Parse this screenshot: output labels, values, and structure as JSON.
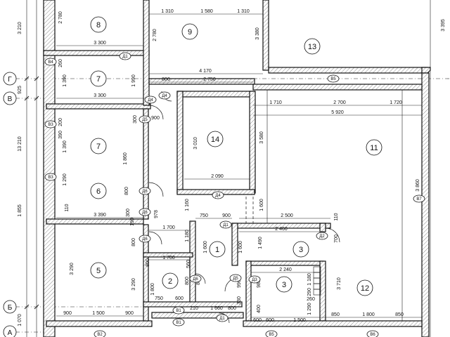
{
  "rooms": [
    {
      "label": "8"
    },
    {
      "label": "9"
    },
    {
      "label": "13"
    },
    {
      "label": "7"
    },
    {
      "label": "7"
    },
    {
      "label": "14"
    },
    {
      "label": "11"
    },
    {
      "label": "6"
    },
    {
      "label": "1"
    },
    {
      "label": "3"
    },
    {
      "label": "5"
    },
    {
      "label": "2"
    },
    {
      "label": "3"
    },
    {
      "label": "12"
    }
  ],
  "dimensions": [
    "1 310",
    "1 580",
    "1 310",
    "3 300",
    "2 780",
    "2 780",
    "3 380",
    "3 395",
    "260",
    "4 170",
    "800",
    "2 750",
    "1 390",
    "1 990",
    "3 300",
    "1 710",
    "2 700",
    "1 720",
    "5 920",
    "200",
    "300",
    "900",
    "390",
    "3 010",
    "3 580",
    "1 390",
    "1 860",
    "1 290",
    "800",
    "2 090",
    "3 860",
    "110",
    "3 390",
    "300",
    "978",
    "1 160",
    "1 600",
    "750",
    "900",
    "2 500",
    "110",
    "1 700",
    "190",
    "1 180",
    "2 460",
    "800",
    "1 600",
    "1 600",
    "1 490",
    "700",
    "1 700",
    "560",
    "2 240",
    "3 290",
    "800",
    "3 290",
    "1 800",
    "800",
    "800",
    "990",
    "980",
    "1 180",
    "3 710",
    "290",
    "260",
    "750",
    "600",
    "330",
    "400",
    "1 290",
    "900",
    "1 500",
    "900",
    "210",
    "1 660",
    "800",
    "600",
    "600",
    "1 500",
    "850",
    "1 800",
    "850",
    "3 210",
    "925",
    "13 210",
    "1 855",
    "1 070"
  ],
  "axes": [
    "Г",
    "В",
    "Б",
    "А"
  ],
  "doors": [
    "Д1",
    "Д4",
    "Д4",
    "Д5",
    "Д6",
    "Д6",
    "Д1",
    "Д4",
    "Д2",
    "Д6",
    "Д6",
    "Д5",
    "Д3",
    "Д1"
  ],
  "windows": [
    "В4",
    "В3",
    "В3",
    "В5",
    "В7",
    "В1",
    "В1",
    "В2",
    "В5",
    "В6"
  ]
}
